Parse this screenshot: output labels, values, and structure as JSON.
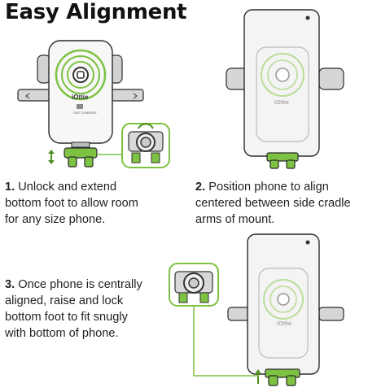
{
  "title": "Easy Alignment",
  "steps": [
    {
      "number": "1.",
      "lines": [
        "Unlock and extend",
        "bottom foot to allow room",
        "for any size phone."
      ]
    },
    {
      "number": "2.",
      "lines": [
        "Position phone to align",
        "centered between side cradle",
        "arms of mount."
      ]
    },
    {
      "number": "3.",
      "lines": [
        "Once phone is centrally",
        "aligned, raise and lock",
        "bottom foot to fit snugly",
        "with bottom of phone."
      ]
    }
  ],
  "mount_brand": "iOttie",
  "mount_label": "FAST CHARGING",
  "colors": {
    "accent_green": "#7dc242",
    "dark_green": "#4e8f1f",
    "arm_gray": "#c9c9c9",
    "body_white": "#f7f7f7",
    "outline": "#2a2a2a"
  }
}
